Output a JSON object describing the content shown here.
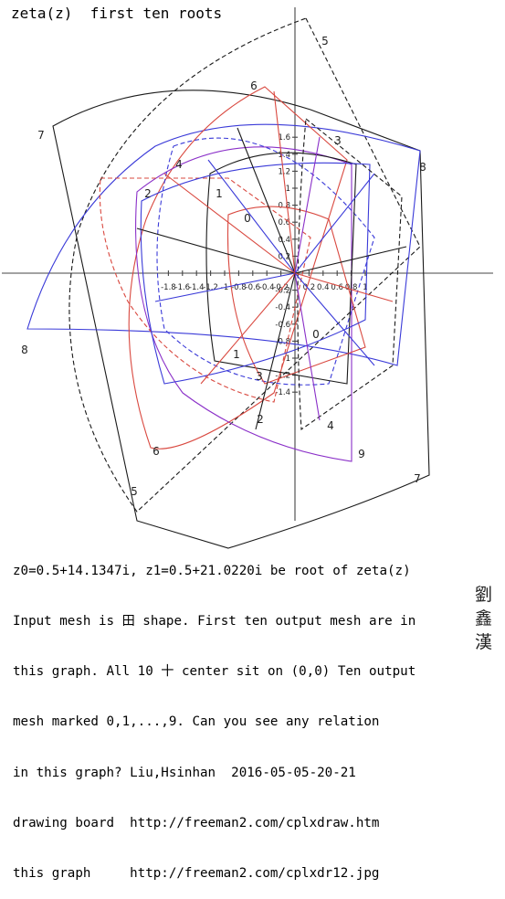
{
  "title": "zeta(z)  first ten roots",
  "axes": {
    "x_ticks": [
      "-1.8",
      "-1.6",
      "-1.4",
      "-1.2",
      "-1",
      "-0.8",
      "-0.6",
      "-0.4",
      "-0.2",
      "0",
      "0.2",
      "0.4",
      "0.6",
      "0.8",
      "1"
    ],
    "y_ticks_positive": [
      "1.6",
      "1.4",
      "1.2",
      "1",
      "0.8",
      "0.6",
      "0.4",
      "0.2"
    ],
    "y_ticks_negative": [
      "-0.2",
      "-0.4",
      "-0.6",
      "-0.8",
      "-1",
      "-1.2",
      "-1.4"
    ]
  },
  "mesh_labels": [
    "0",
    "1",
    "2",
    "3",
    "4",
    "5",
    "6",
    "7",
    "8",
    "9",
    "0",
    "1",
    "2",
    "3",
    "4",
    "5",
    "6",
    "7",
    "8",
    "9"
  ],
  "colors": {
    "black": "#1a1a1a",
    "red": "#d9483f",
    "blue": "#3a3ad8",
    "purple": "#8a2fc8",
    "axis": "#444444"
  },
  "description_lines": [
    "z0=0.5+14.1347i, z1=0.5+21.0220i be root of zeta(z)",
    "Input mesh is 田 shape. First ten output mesh are in",
    "this graph. All 10 十 center sit on (0,0) Ten output",
    "mesh marked 0,1,...,9. Can you see any relation",
    "in this graph? Liu,Hsinhan  2016-05-05-20-21",
    "drawing board  http://freeman2.com/cplxdraw.htm",
    "this graph     http://freeman2.com/cplxdr12.jpg"
  ],
  "signature_chars": [
    "劉",
    "鑫",
    "漢"
  ]
}
